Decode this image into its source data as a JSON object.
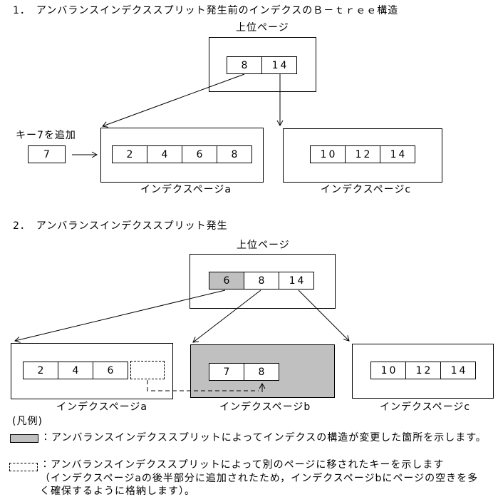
{
  "s1": {
    "title": "1．　アンバランスインデクススプリット発生前のインデクスのＢ－ｔｒｅｅ構造",
    "upper": {
      "label": "上位ページ",
      "cells": [
        "8",
        "14"
      ]
    },
    "key_add": {
      "caption": "キー7を追加",
      "value": "7"
    },
    "page_a": {
      "label": "インデクスページa",
      "cells": [
        "2",
        "4",
        "6",
        "8"
      ]
    },
    "page_c": {
      "label": "インデクスページc",
      "cells": [
        "10",
        "12",
        "14"
      ]
    }
  },
  "s2": {
    "title": "2．　アンバランスインデクススプリット発生",
    "upper": {
      "label": "上位ページ",
      "cells": [
        "6",
        "8",
        "14"
      ],
      "highlighted_cell": "6"
    },
    "page_a": {
      "label": "インデクスページa",
      "cells": [
        "2",
        "4",
        "6"
      ],
      "moved_key_slot": "dashed-empty"
    },
    "page_b": {
      "label": "インデクスページb",
      "cells": [
        "7",
        "8"
      ],
      "highlighted": true
    },
    "page_c": {
      "label": "インデクスページc",
      "cells": [
        "10",
        "12",
        "14"
      ]
    }
  },
  "legend": {
    "heading": "(凡例)",
    "gray_item": "：アンバランスインデクススプリットによってインデクスの構造が変更した箇所を示します。",
    "dashed_item_line1": "：アンバランスインデクススプリットによって別のページに移されたキーを示します",
    "dashed_item_line2": "（インデクスページaの後半部分に追加されたため，インデクスページbにページの空きを多",
    "dashed_item_line3": "く確保するように格納します）。"
  },
  "colors": {
    "highlight_gray": "#c0c0c0",
    "line": "#000000",
    "background": "#ffffff"
  }
}
